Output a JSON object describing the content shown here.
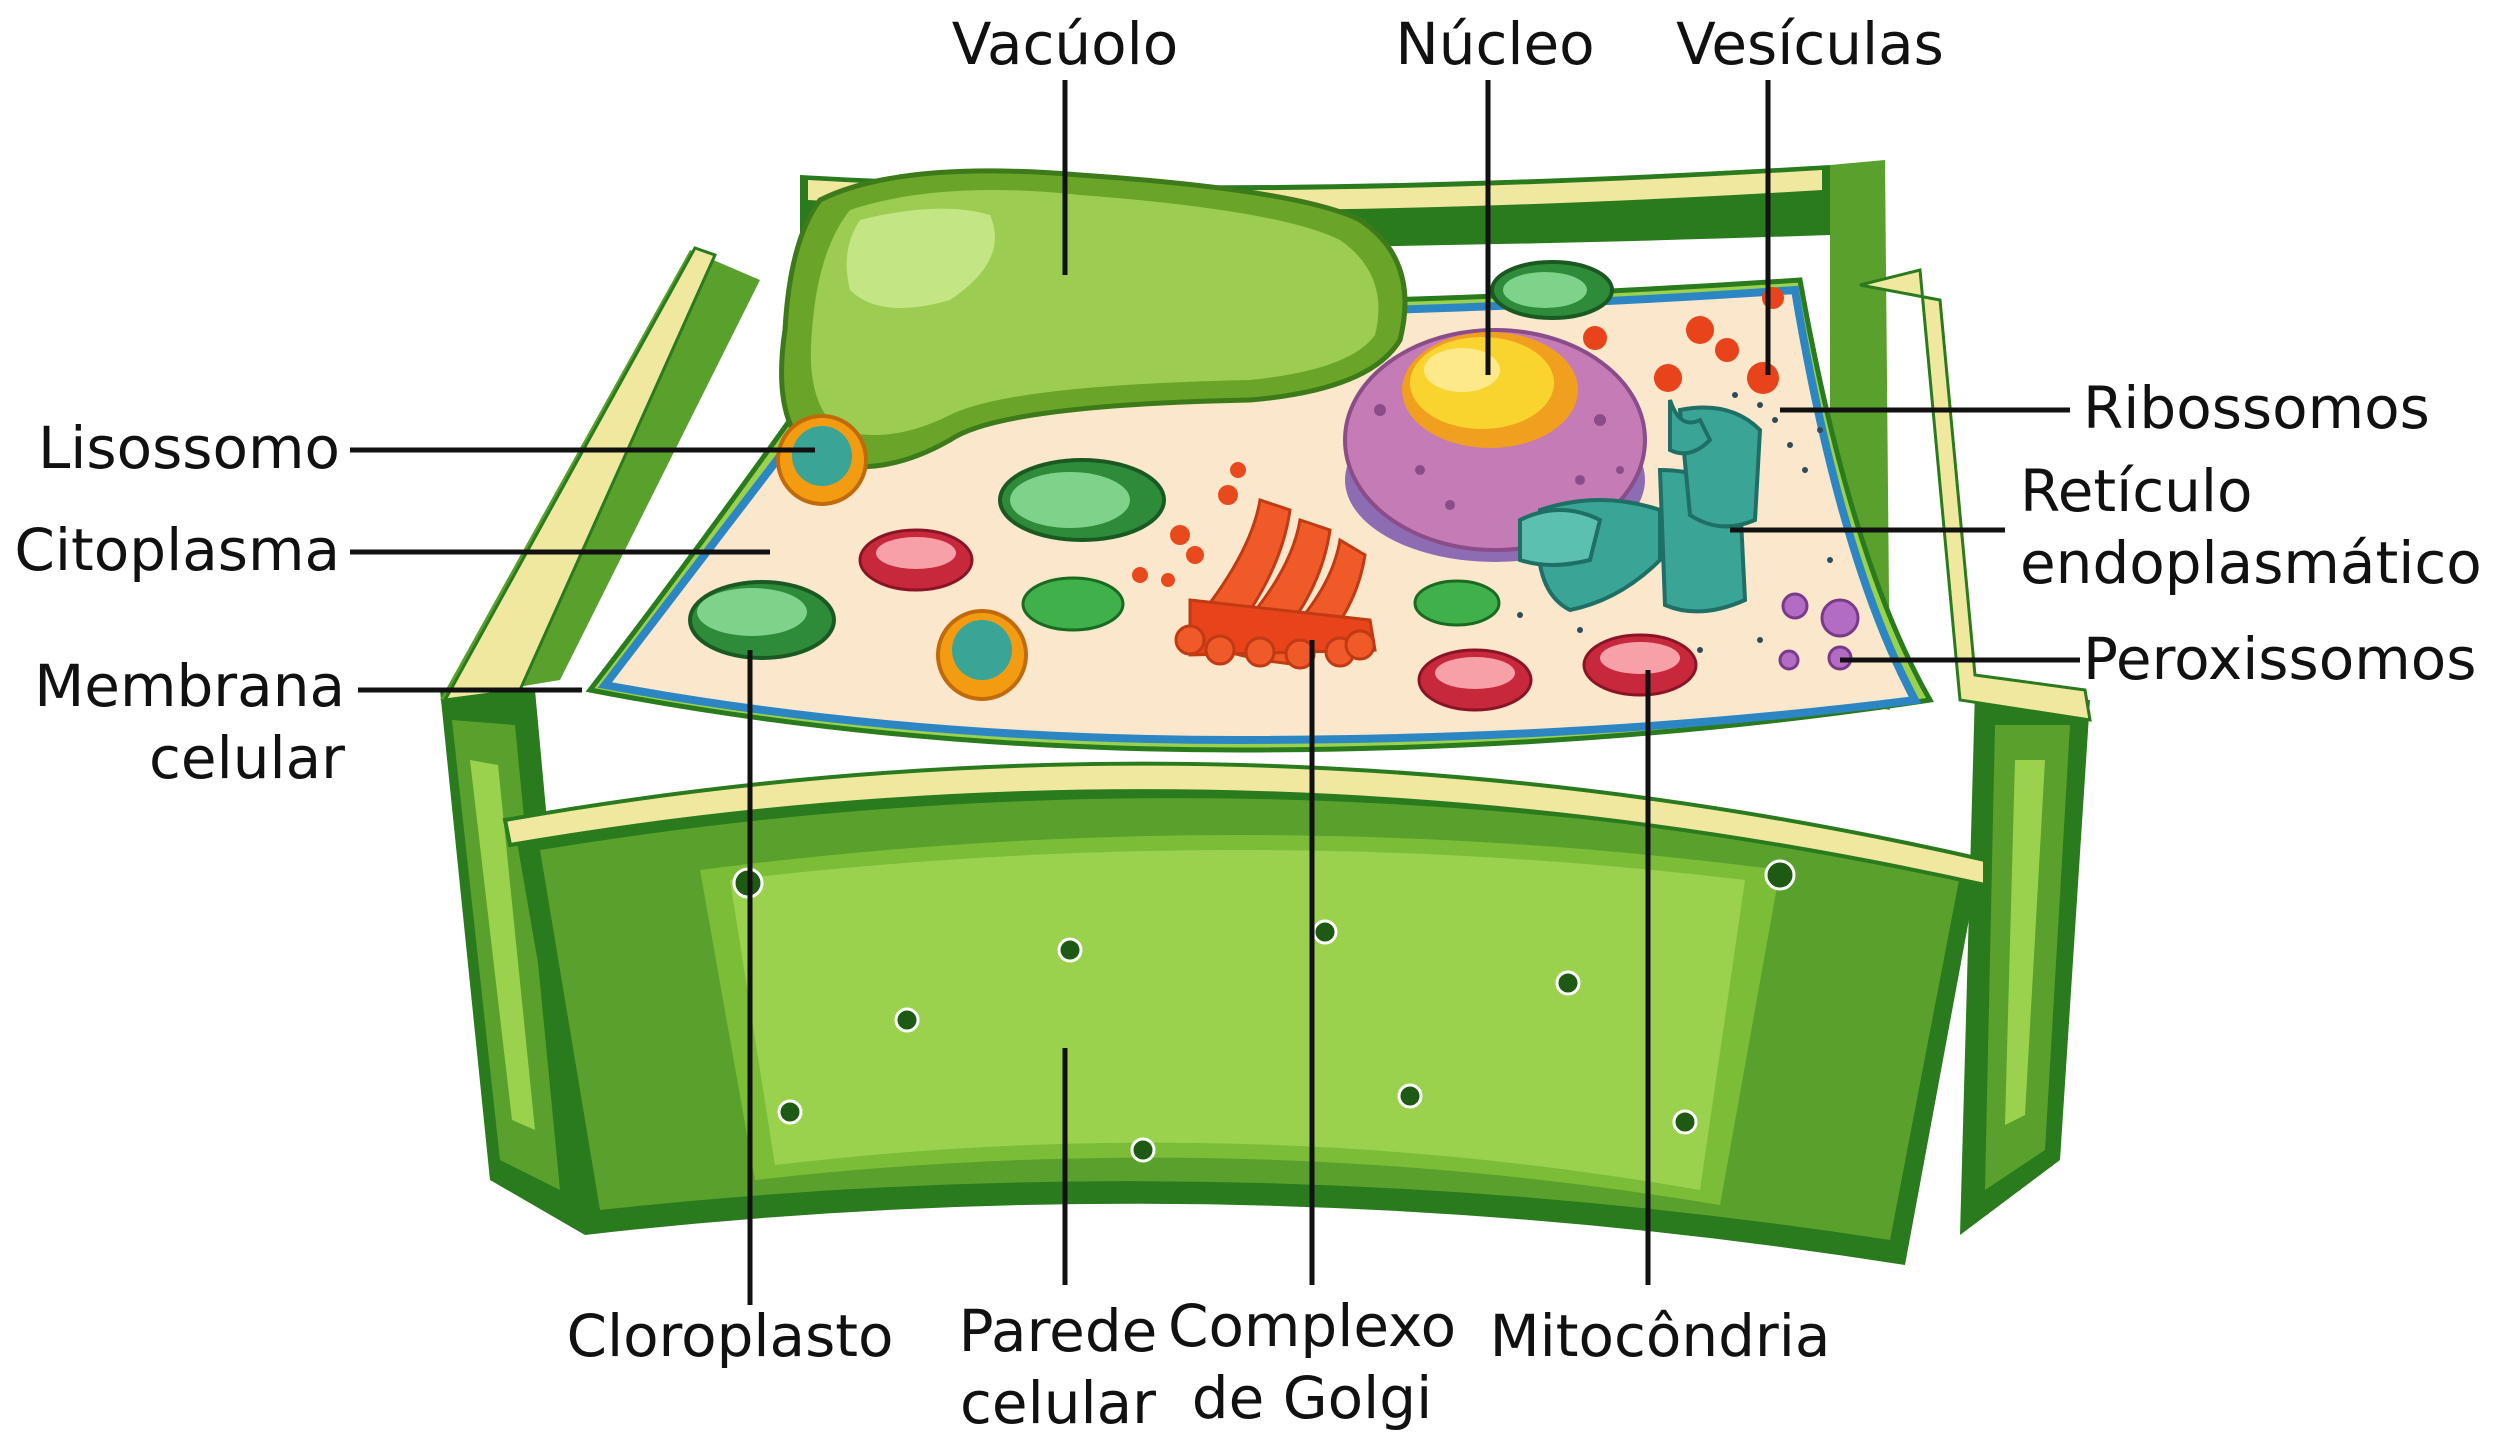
{
  "labels": {
    "vacuolo": "Vacúolo",
    "nucleo": "Núcleo",
    "vesiculas": "Vesículas",
    "ribossomos": "Ribossomos",
    "reticulo_line1": "Retículo",
    "reticulo_line2": "endoplasmático",
    "peroxissomos": "Peroxissomos",
    "lisossomo": "Lisossomo",
    "citoplasma": "Citoplasma",
    "membrana_line1": "Membrana",
    "membrana_line2": "celular",
    "cloroplasto": "Cloroplasto",
    "parede_line1": "Parede",
    "parede_line2": "celular",
    "golgi_line1": "Complexo",
    "golgi_line2": "de Golgi",
    "mitocondria": "Mitocôndria"
  },
  "colors": {
    "cell_wall_dark": "#2a7a1e",
    "cell_wall_mid": "#5aa02c",
    "cell_wall_light": "#9ad24e",
    "cell_wall_edge": "#f1e8a0",
    "cytoplasm": "#fbe8cc",
    "membrane": "#2d86c4",
    "vacuole": "#86bc3a",
    "nucleus": "#c57bb6",
    "nucleolus": "#f7c81e",
    "golgi": "#f05a28",
    "er": "#3aa596",
    "mitochondria": "#c8283c",
    "peroxisome": "#b26cc4",
    "lysosome": "#f39c12"
  }
}
